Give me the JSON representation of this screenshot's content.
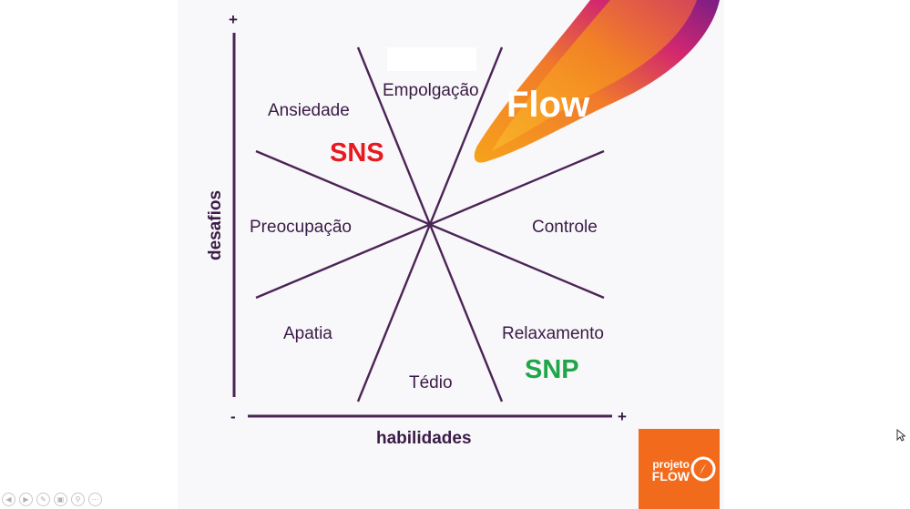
{
  "diagram": {
    "regions": {
      "ansiedade": "Ansiedade",
      "empolgacao": "Empolgação",
      "preocupacao": "Preocupação",
      "controle": "Controle",
      "apatia": "Apatia",
      "relaxamento": "Relaxamento",
      "tedio": "Tédio"
    },
    "flow": "Flow",
    "annotations": {
      "sns": {
        "text": "SNS",
        "color": "#e8191f"
      },
      "snp": {
        "text": "SNP",
        "color": "#1fa64a"
      }
    },
    "axes": {
      "y_label": "desafios",
      "x_label": "habilidades",
      "y_top_sign": "+",
      "x_left_sign": "-",
      "x_right_sign": "+"
    },
    "line_color": "#4a2456"
  },
  "logo": {
    "line1": "projeto",
    "line2": "FLOW",
    "color": "#f26b1d"
  },
  "toolbar": {
    "icons": [
      "back-icon",
      "play-icon",
      "pen-icon",
      "copy-icon",
      "zoom-icon",
      "more-icon"
    ]
  }
}
